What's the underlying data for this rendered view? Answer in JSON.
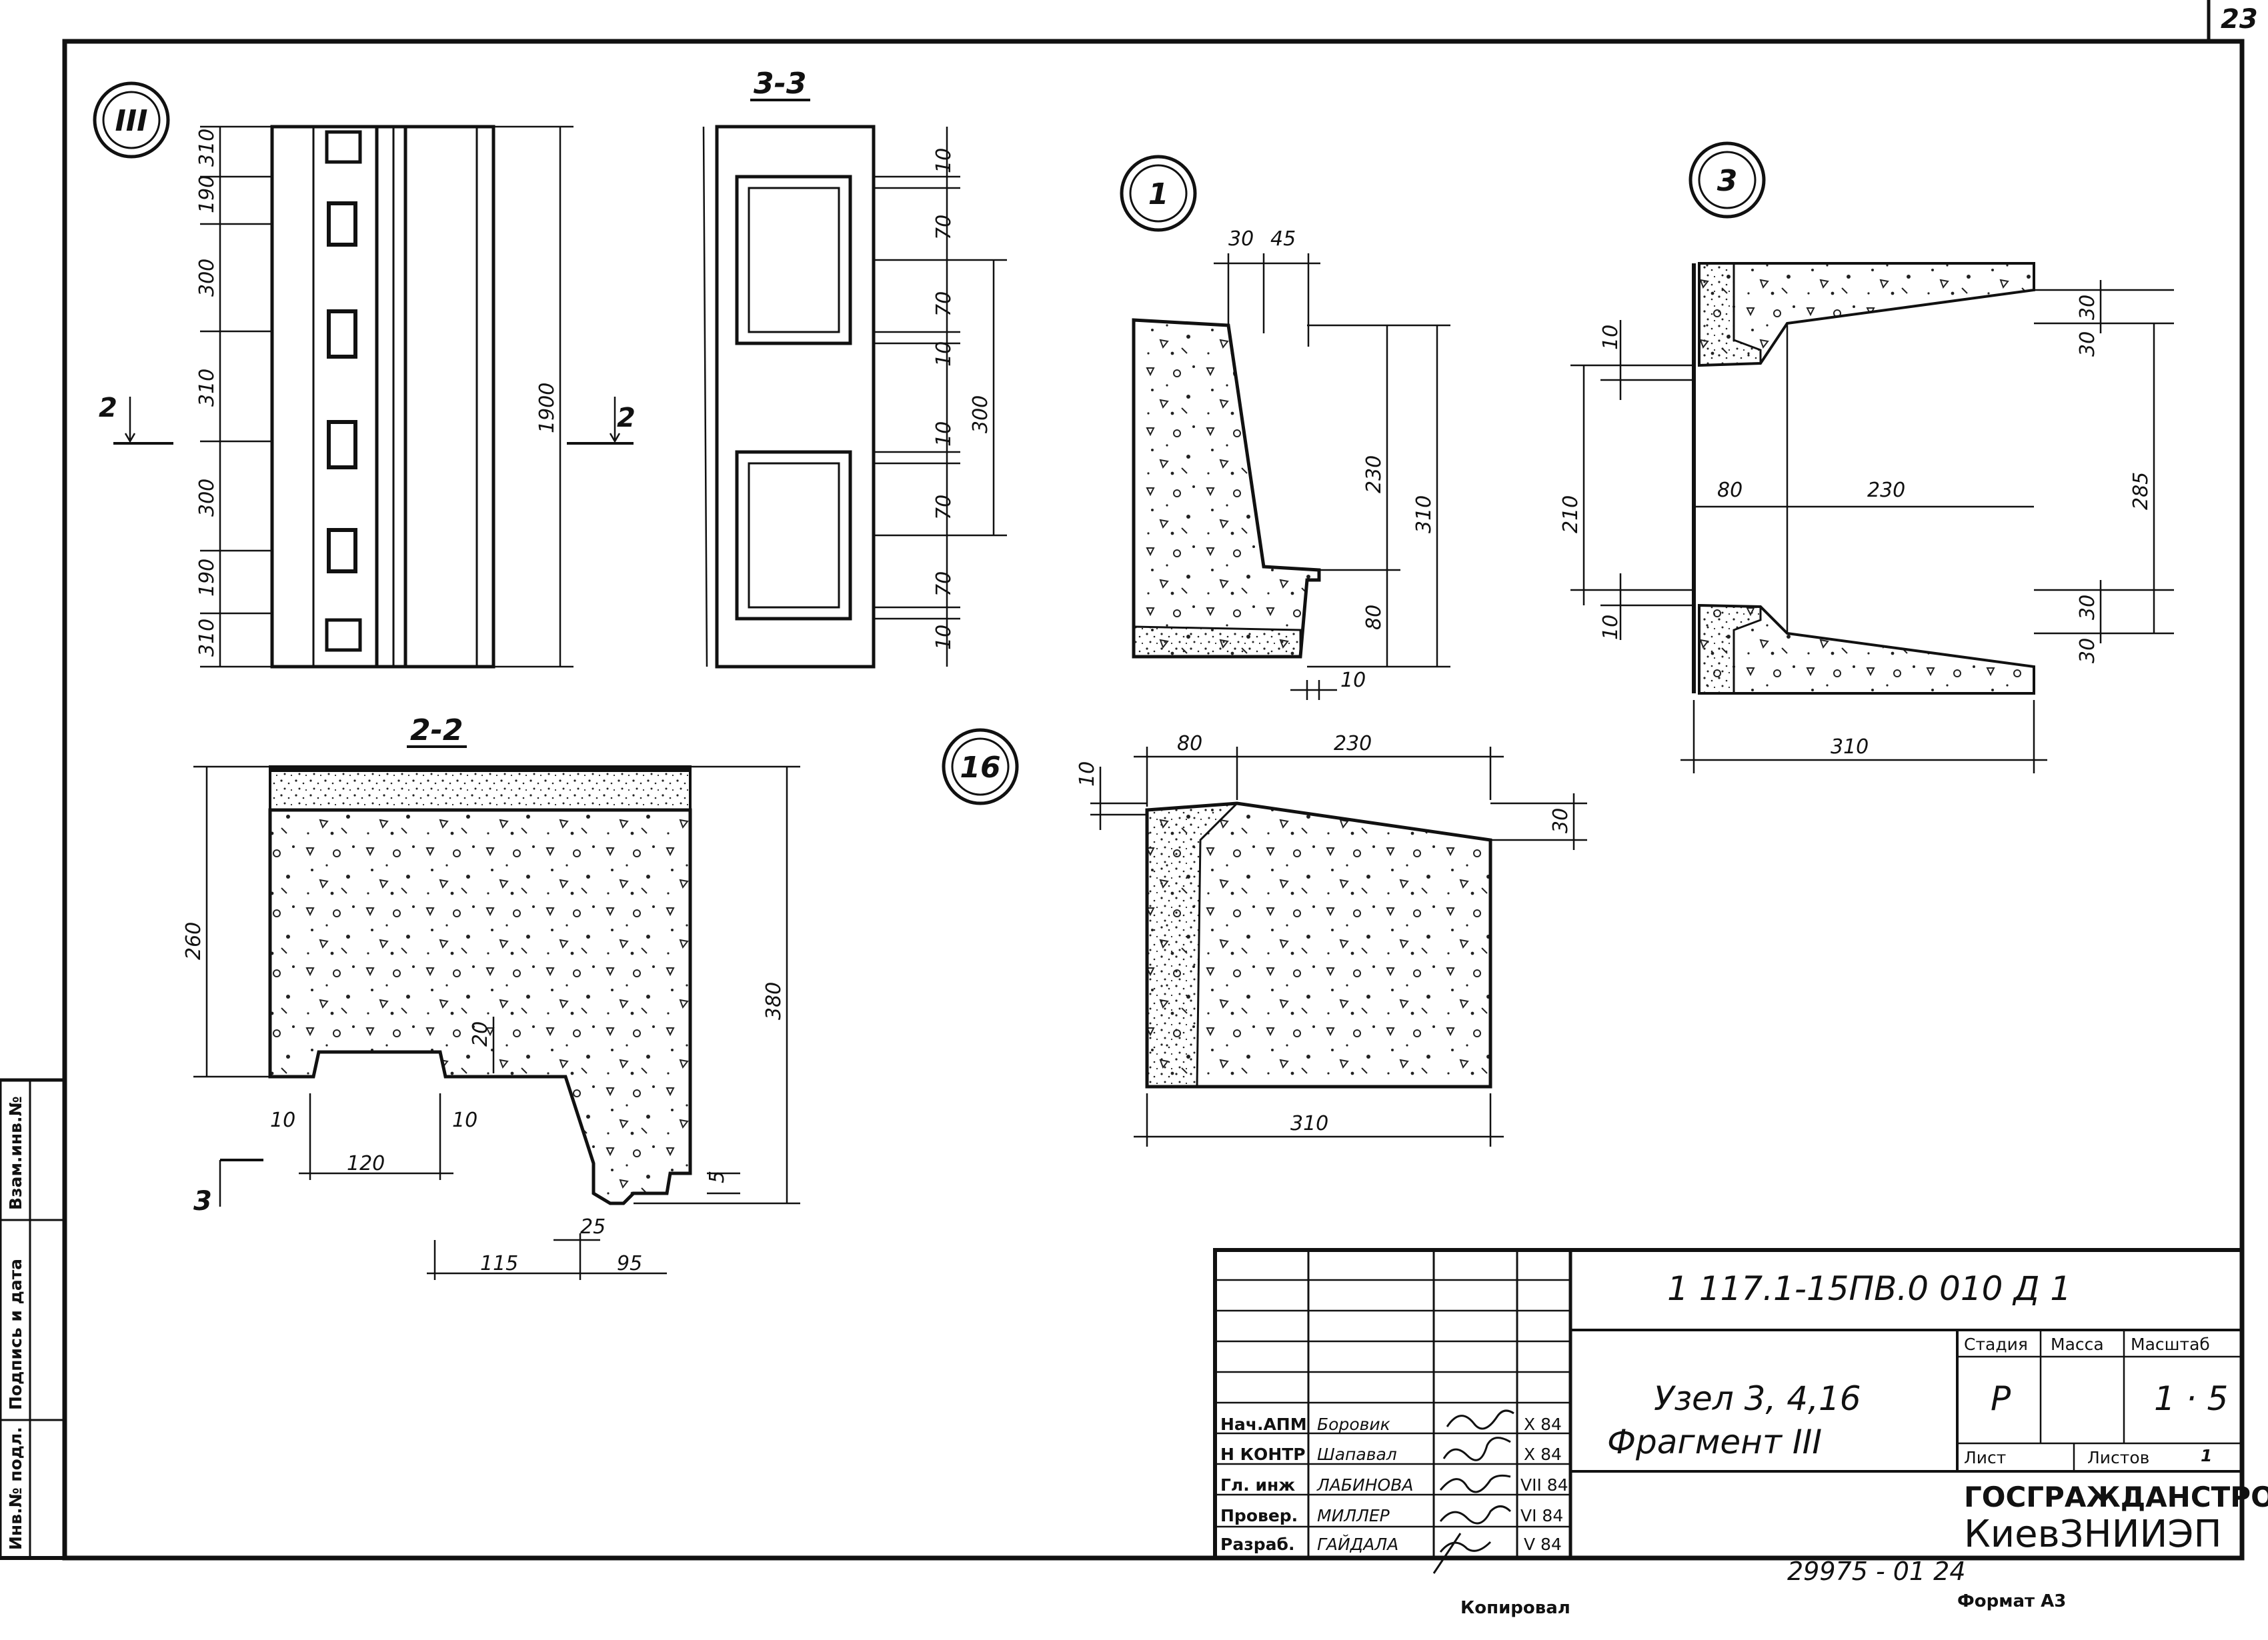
{
  "page": {
    "sheet_number": "23",
    "format": "Формат А3",
    "copied": "Копировал",
    "archive_no": "29975 - 01   24"
  },
  "side_stamp": {
    "inv_no": "Инв.№ подл.",
    "sign_date": "Подпись и дата",
    "replace_inv": "Взам.инв.№"
  },
  "views": {
    "iii": {
      "label": "III",
      "dims": [
        "310",
        "190",
        "300",
        "310",
        "300",
        "190",
        "310"
      ],
      "total": "1900",
      "cut": "2"
    },
    "s33": {
      "title": "3-3",
      "dims": [
        "10",
        "70",
        "70",
        "10",
        "10",
        "70",
        "70",
        "10"
      ],
      "total": "300"
    },
    "s22": {
      "title": "2-2",
      "dims": {
        "h260": "260",
        "h380": "380",
        "d20": "20",
        "d10a": "10",
        "d10b": "10",
        "d120": "120",
        "d115": "115",
        "d25": "25",
        "d95": "95",
        "d5": "5",
        "cut": "3"
      }
    },
    "n1": {
      "label": "1",
      "dims": {
        "d30": "30",
        "d45": "45",
        "d230": "230",
        "d310": "310",
        "d80": "80",
        "d10": "10"
      }
    },
    "n3": {
      "label": "3",
      "dims": {
        "d10a": "10",
        "d210": "210",
        "d10b": "10",
        "d80": "80",
        "d230": "230",
        "d30a": "30",
        "d30b": "30",
        "d285": "285",
        "d30c": "30",
        "d30d": "30",
        "d310": "310"
      }
    },
    "n16": {
      "label": "16",
      "dims": {
        "d10": "10",
        "d80": "80",
        "d230": "230",
        "d30": "30",
        "d310": "310"
      }
    }
  },
  "title_block": {
    "doc_code": "1 117.1-15ПВ.0 010 Д 1",
    "name_line1": "Узел  3, 4,16",
    "name_line2": "Фрагмент  III",
    "stage_label": "Стадия",
    "mass_label": "Масса",
    "scale_label": "Масштаб",
    "stage_value": "Р",
    "scale_value": "1 · 5",
    "sheet_label": "Лист",
    "sheets_label": "Листов",
    "sheets_value": "1",
    "org_line1": "ГОСГРАЖДАНСТРОЙ",
    "org_line2": "КиевЗНИИЭП",
    "roles": [
      {
        "role": "Нач.АПМ",
        "name": "Боровик",
        "date": "Х 84"
      },
      {
        "role": "Н КОНТР",
        "name": "Шапавал",
        "date": "Х 84"
      },
      {
        "role": "Гл. инж",
        "name": "ЛАБИНОВА",
        "date": "VII 84"
      },
      {
        "role": "Провер.",
        "name": "МИЛЛЕР",
        "date": "VI 84"
      },
      {
        "role": "Разраб.",
        "name": "ГАЙДАЛА",
        "date": "V 84"
      }
    ]
  }
}
